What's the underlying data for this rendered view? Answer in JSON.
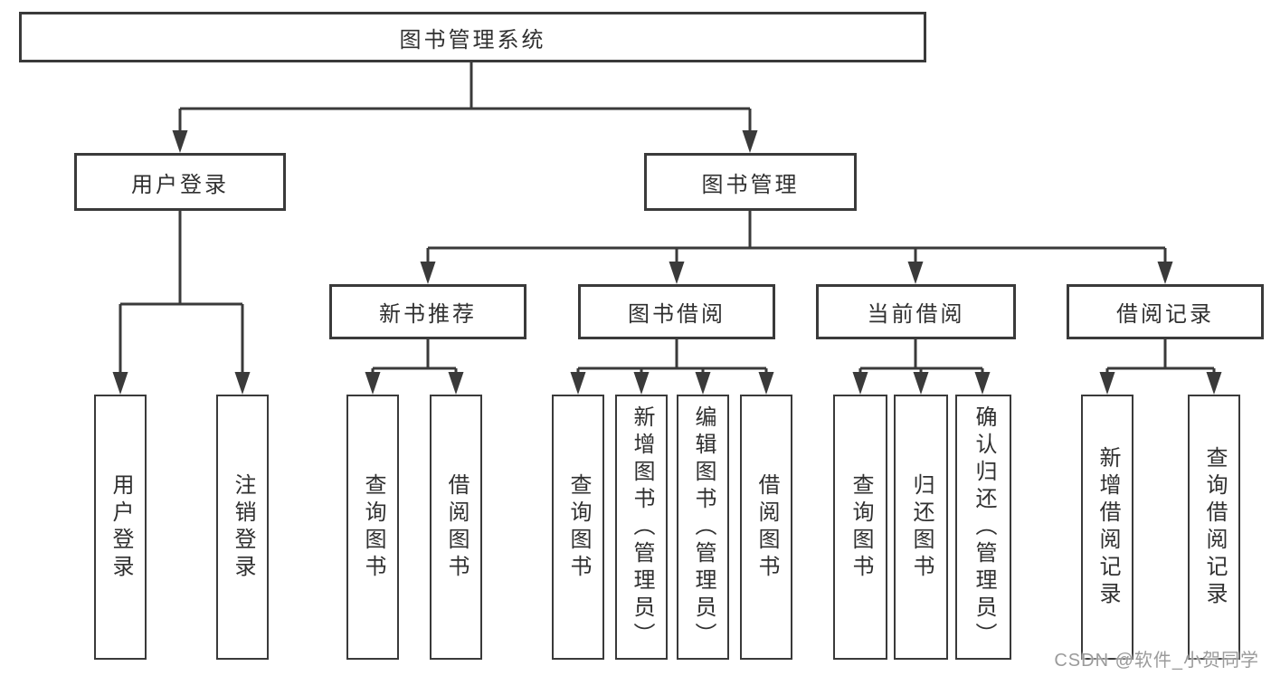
{
  "tree": {
    "label": "图书管理系统",
    "children": [
      {
        "label": "用户登录",
        "children": [
          {
            "label": "用户登录"
          },
          {
            "label": "注销登录"
          }
        ]
      },
      {
        "label": "图书管理",
        "children": [
          {
            "label": "新书推荐",
            "children": [
              {
                "label": "查询图书"
              },
              {
                "label": "借阅图书"
              }
            ]
          },
          {
            "label": "图书借阅",
            "children": [
              {
                "label": "查询图书"
              },
              {
                "label": "新增图书（管理员）"
              },
              {
                "label": "编辑图书（管理员）"
              },
              {
                "label": "借阅图书"
              }
            ]
          },
          {
            "label": "当前借阅",
            "children": [
              {
                "label": "查询图书"
              },
              {
                "label": "归还图书"
              },
              {
                "label": "确认归还（管理员）"
              }
            ]
          },
          {
            "label": "借阅记录",
            "children": [
              {
                "label": "新增借阅记录"
              },
              {
                "label": "查询借阅记录"
              }
            ]
          }
        ]
      }
    ]
  },
  "watermark": {
    "text": "CSDN @软件_小贺同学"
  },
  "colors": {
    "line": "#3a3a3a",
    "box_border": "#3a3a3a",
    "text": "#303030",
    "watermark": "#9b9b9b",
    "background": "#ffffff"
  }
}
